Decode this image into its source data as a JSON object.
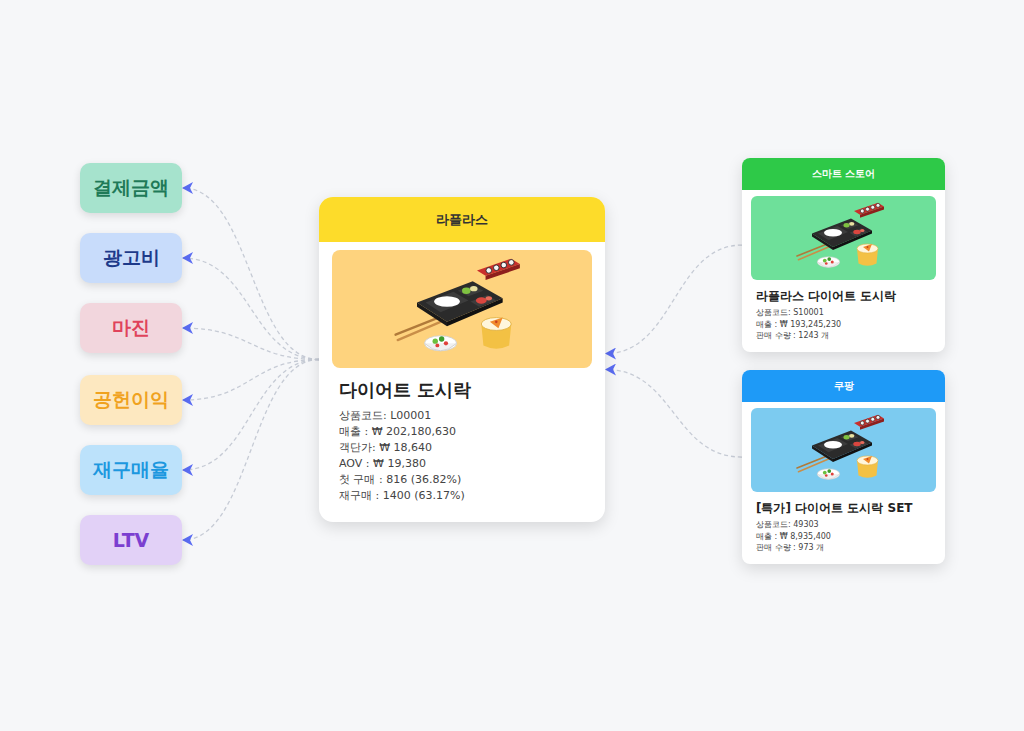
{
  "diagram": {
    "nodes": [
      {
        "text": [
          "결제금액"
        ]
      },
      {
        "text": [
          "광고비"
        ]
      },
      {
        "text": [
          "마진"
        ]
      },
      {
        "text": [
          "공헌이익"
        ]
      },
      {
        "text": [
          "재구매율"
        ]
      },
      {
        "text": [
          "LTV"
        ]
      },
      {
        "text": [
          "라플라스",
          "다이어트 도시락",
          "상품코드: L00001",
          "매출 : ₩ 202,180,630",
          "객단가: ₩ 18,640",
          "AOV : ₩ 19,380",
          "첫 구매 : 816 (36.82%)",
          "재구매 : 1400 (63.17%)"
        ]
      },
      {
        "text": [
          "스마트 스토어",
          "라플라스 다이어트 도시락",
          "상품코드: S10001",
          "매출 : ₩ 193,245,230",
          "판매 수량 : 1243 개"
        ]
      },
      {
        "text": [
          "쿠팡",
          "[특가] 다이어트 도시락 SET",
          "상품코드: 49303",
          "매출 : ₩ 8,935,400",
          "판매 수량 : 973 개"
        ]
      }
    ],
    "edges": [
      {
        "from": 7,
        "to": 6,
        "arrow": "to"
      },
      {
        "from": 8,
        "to": 6,
        "arrow": "to"
      },
      {
        "from": 6,
        "to": 0,
        "arrow": "to"
      },
      {
        "from": 6,
        "to": 1,
        "arrow": "to"
      },
      {
        "from": 6,
        "to": 2,
        "arrow": "to"
      },
      {
        "from": 6,
        "to": 3,
        "arrow": "to"
      },
      {
        "from": 6,
        "to": 4,
        "arrow": "to"
      },
      {
        "from": 6,
        "to": 5,
        "arrow": "to"
      }
    ]
  }
}
